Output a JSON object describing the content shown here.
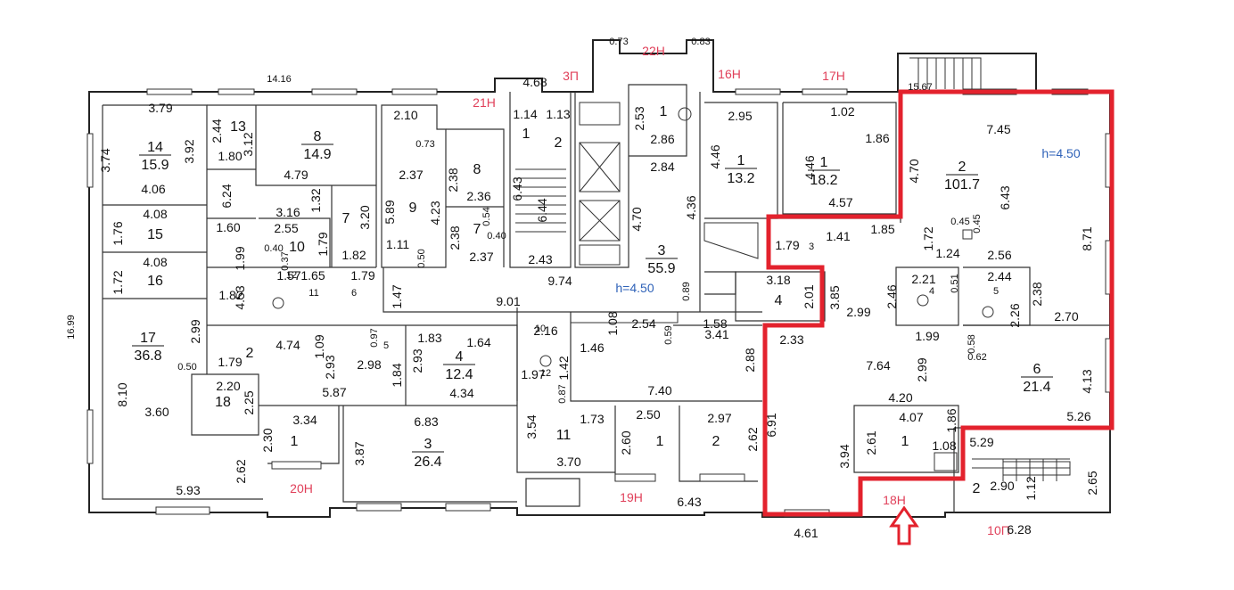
{
  "colors": {
    "highlight": "#e3222d",
    "unit_label": "#e0405a",
    "height_label": "#2f62b8",
    "wall": "#222222"
  },
  "ceiling_heights": [
    "h=4.50",
    "h=4.50"
  ],
  "unit_labels": [
    "22Н",
    "3П",
    "21Н",
    "16Н",
    "17Н",
    "20Н",
    "19Н",
    "18Н",
    "10П"
  ],
  "rooms": [
    {
      "number": "14",
      "area": "15.9"
    },
    {
      "number": "13",
      "area": ""
    },
    {
      "number": "8",
      "area": "14.9"
    },
    {
      "number": "15",
      "area": ""
    },
    {
      "number": "16",
      "area": ""
    },
    {
      "number": "17",
      "area": "36.8"
    },
    {
      "number": "18",
      "area": ""
    },
    {
      "number": "7",
      "area": ""
    },
    {
      "number": "10",
      "area": ""
    },
    {
      "number": "9",
      "area": ""
    },
    {
      "number": "2",
      "area": ""
    },
    {
      "number": "8",
      "area": ""
    },
    {
      "number": "7",
      "area": ""
    },
    {
      "number": "1",
      "area": ""
    },
    {
      "number": "2",
      "area": ""
    },
    {
      "number": "4",
      "area": "12.4"
    },
    {
      "number": "1",
      "area": ""
    },
    {
      "number": "3",
      "area": "26.4"
    },
    {
      "number": "11",
      "area": ""
    },
    {
      "number": "1",
      "area": ""
    },
    {
      "number": "2",
      "area": ""
    },
    {
      "number": "1",
      "area": ""
    },
    {
      "number": "3",
      "area": "55.9"
    },
    {
      "number": "1",
      "area": "13.2"
    },
    {
      "number": "1",
      "area": "18.2"
    },
    {
      "number": "2",
      "area": "101.7"
    },
    {
      "number": "4",
      "area": ""
    },
    {
      "number": "6",
      "area": "21.4"
    },
    {
      "number": "1",
      "area": ""
    },
    {
      "number": "2",
      "area": ""
    },
    {
      "number": "12",
      "area": ""
    },
    {
      "number": "11",
      "area": ""
    },
    {
      "number": "6",
      "area": ""
    },
    {
      "number": "5",
      "area": ""
    },
    {
      "number": "10",
      "area": ""
    },
    {
      "number": "12",
      "area": ""
    },
    {
      "number": "3",
      "area": ""
    },
    {
      "number": "4",
      "area": ""
    },
    {
      "number": "5",
      "area": ""
    }
  ],
  "dimensions": [
    "14.16",
    "16.99",
    "0.73",
    "0.83",
    "15.67",
    "4.68",
    "3.79",
    "3.74",
    "3.92",
    "4.06",
    "2.44",
    "1.80",
    "3.12",
    "4.79",
    "2.10",
    "0.73",
    "1.14",
    "1.13",
    "2.53",
    "2.86",
    "2.95",
    "4.46",
    "1.02",
    "1.86",
    "4.46",
    "4.57",
    "7.45",
    "4.70",
    "6.43",
    "8.71",
    "1.76",
    "4.08",
    "6.24",
    "1.60",
    "1.72",
    "4.08",
    "1.99",
    "1.82",
    "2.99",
    "2.55",
    "3.16",
    "1.32",
    "3.20",
    "1.82",
    "0.40",
    "0.37",
    "1.79",
    "2.37",
    "5.89",
    "1.11",
    "0.50",
    "2.38",
    "2.36",
    "4.23",
    "0.54",
    "0.40",
    "2.38",
    "2.37",
    "6.43",
    "6.44",
    "2.43",
    "2.84",
    "4.70",
    "4.36",
    "9.74",
    "1.47",
    "0.89",
    "1.57",
    "1.65",
    "1.79",
    "4.53",
    "9.01",
    "3.18",
    "2.01",
    "3.85",
    "2.99",
    "1.79",
    "1.41",
    "1.85",
    "0.45",
    "0.45",
    "1.72",
    "1.24",
    "2.56",
    "2.46",
    "2.21",
    "0.51",
    "2.44",
    "2.38",
    "2.26",
    "2.70",
    "1.58",
    "1.08",
    "2.54",
    "0.59",
    "3.41",
    "2.16",
    "1.99",
    "0.58",
    "0.62",
    "1.79",
    "4.74",
    "1.09",
    "0.97",
    "1.83",
    "1.64",
    "2.93",
    "2.98",
    "1.84",
    "2.93",
    "5.87",
    "4.34",
    "1.46",
    "1.42",
    "1.97",
    "2.88",
    "2.33",
    "7.64",
    "2.99",
    "4.13",
    "0.50",
    "8.10",
    "3.60",
    "2.20",
    "2.25",
    "7.40",
    "4.20",
    "0.87",
    "1.73",
    "3.54",
    "2.50",
    "2.97",
    "6.91",
    "4.07",
    "1.86",
    "5.26",
    "3.34",
    "2.30",
    "6.83",
    "3.87",
    "2.61",
    "3.94",
    "2.60",
    "2.62",
    "1.08",
    "5.29",
    "3.70",
    "2.62",
    "5.93",
    "2.90",
    "1.12",
    "2.65",
    "6.43",
    "4.61",
    "6.28"
  ]
}
